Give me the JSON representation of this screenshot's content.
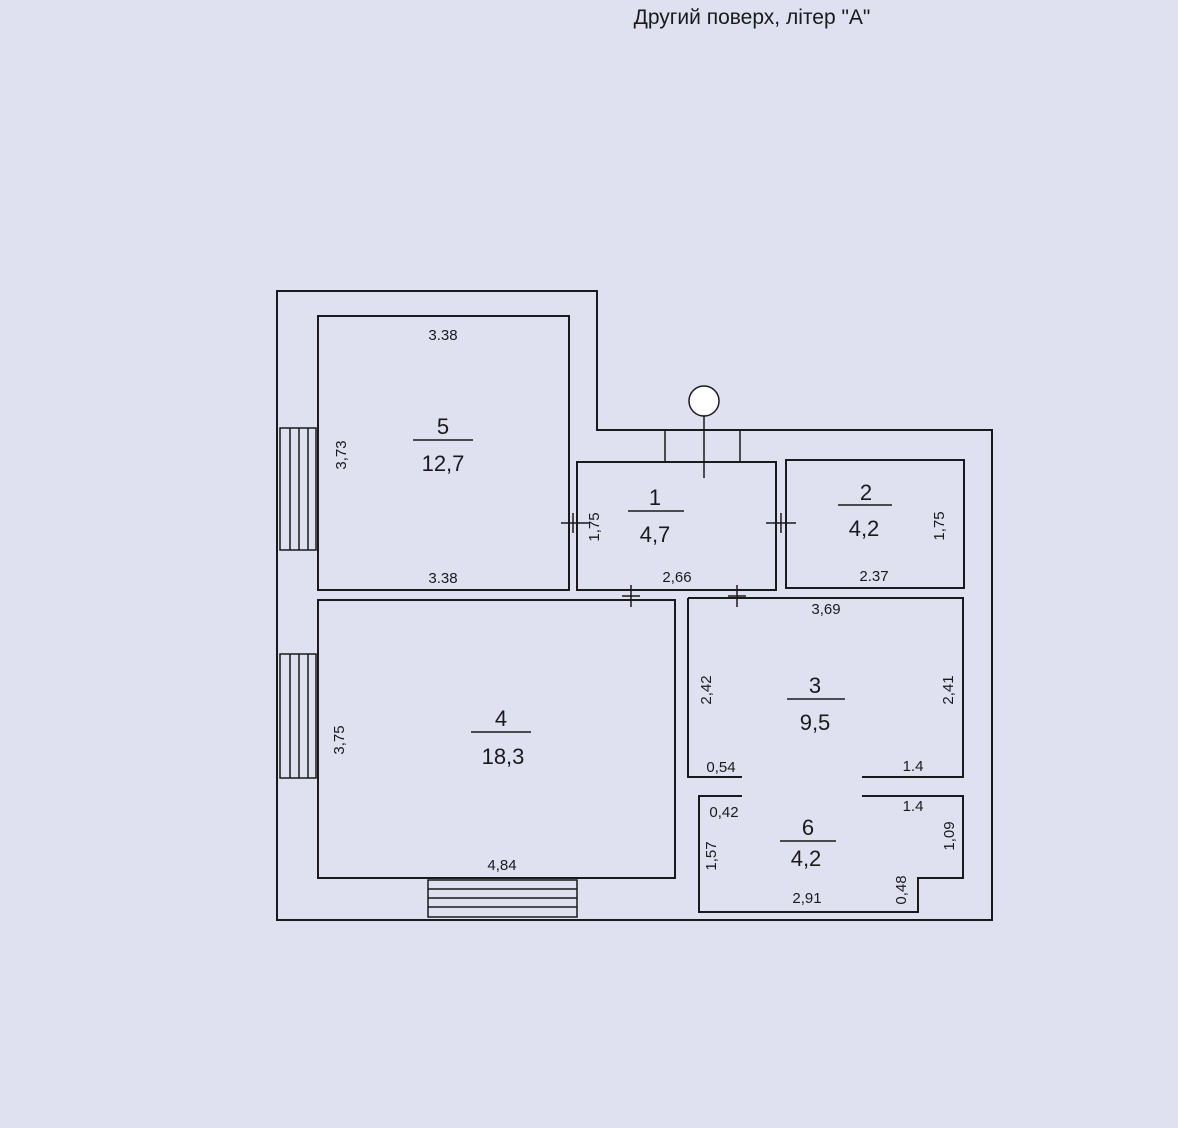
{
  "title": "Другий поверх, літер \"А\"",
  "rooms": [
    {
      "number": "1",
      "area": "4,7"
    },
    {
      "number": "2",
      "area": "4,2"
    },
    {
      "number": "3",
      "area": "9,5"
    },
    {
      "number": "4",
      "area": "18,3"
    },
    {
      "number": "5",
      "area": "12,7"
    },
    {
      "number": "6",
      "area": "4,2"
    }
  ],
  "dimensions": {
    "r5_top": "3.38",
    "r5_bottom": "3.38",
    "r5_left": "3,73",
    "r1_height": "1,75",
    "r1_width": "2,66",
    "r2_width": "2.37",
    "r2_height": "1,75",
    "r3_top": "3,69",
    "r3_left": "2,42",
    "r3_right": "2,41",
    "r3_step_left": "0,54",
    "r3_step_right": "1.4",
    "r4_left": "3,75",
    "r4_bottom": "4,84",
    "r6_top_left": "0,42",
    "r6_top_right": "1.4",
    "r6_left": "1,57",
    "r6_right": "1,09",
    "r6_bottom": "2,91",
    "r6_step": "0,48"
  }
}
